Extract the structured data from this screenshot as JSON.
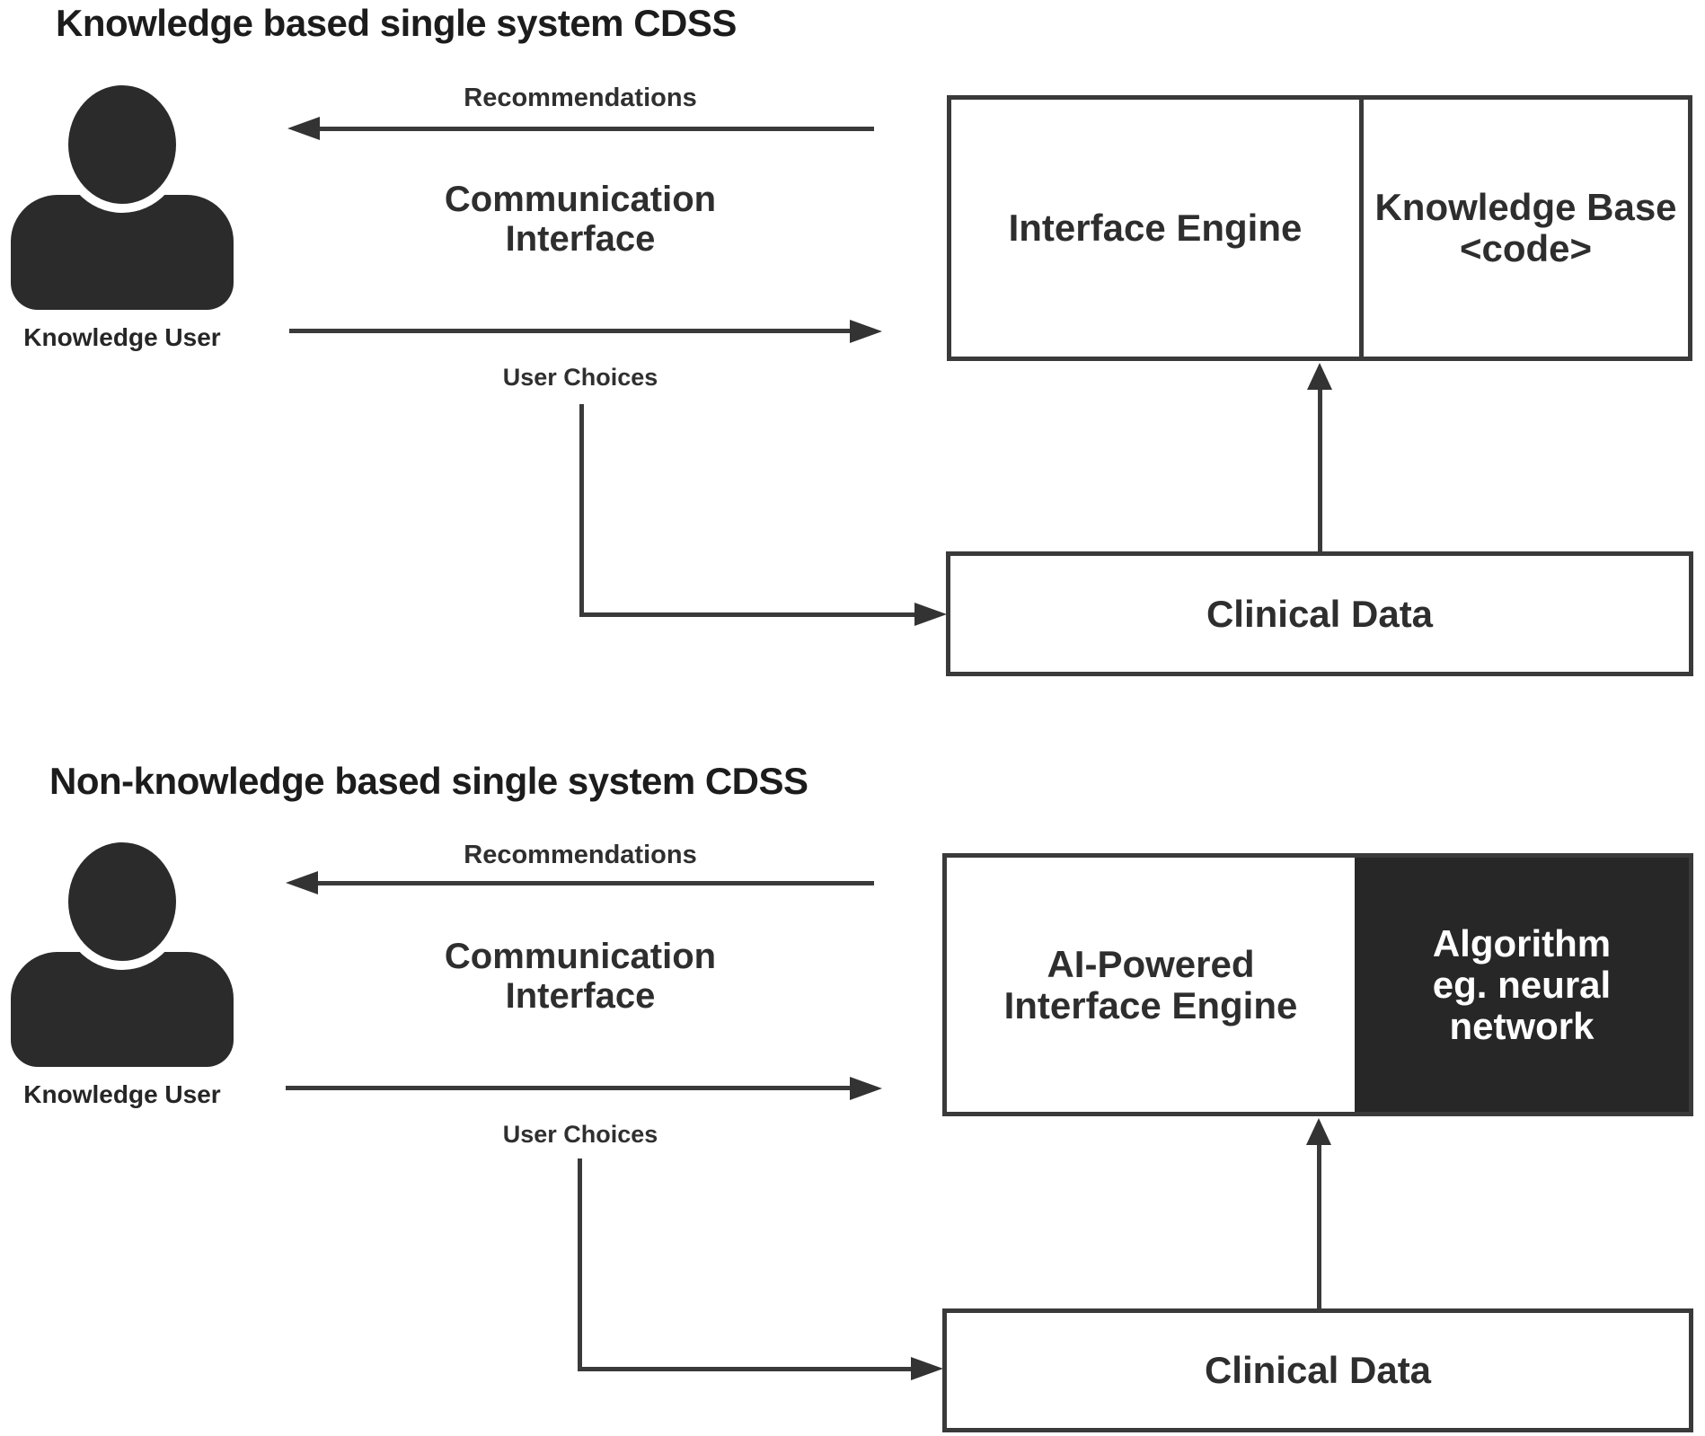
{
  "sections": [
    {
      "title": "Knowledge based single system CDSS",
      "user_label": "Knowledge User",
      "recommendations_label": "Recommendations",
      "communication_line1": "Communication",
      "communication_line2": "Interface",
      "user_choices_label": "User Choices",
      "engine_label": "Interface Engine",
      "kb_line1": "Knowledge Base",
      "kb_line2": "<code>",
      "clinical_label": "Clinical Data"
    },
    {
      "title": "Non-knowledge based single system CDSS",
      "user_label": "Knowledge User",
      "recommendations_label": "Recommendations",
      "communication_line1": "Communication",
      "communication_line2": "Interface",
      "user_choices_label": "User Choices",
      "engine_line1": "AI-Powered",
      "engine_line2": "Interface Engine",
      "algo_line1": "Algorithm",
      "algo_line2": "eg. neural",
      "algo_line3": "network",
      "clinical_label": "Clinical Data"
    }
  ],
  "colors": {
    "ink": "#2e2e2e",
    "line": "#3a3a3a",
    "dark_box_fill": "#272727",
    "dark_box_text": "#ffffff",
    "background": "#ffffff"
  }
}
